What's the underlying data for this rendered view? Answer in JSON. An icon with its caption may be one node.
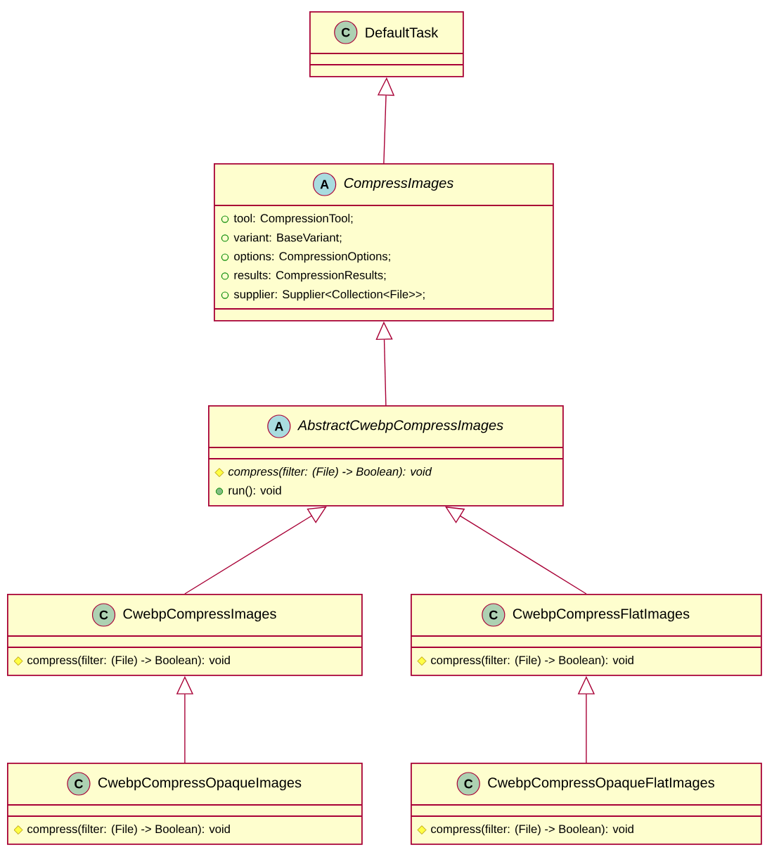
{
  "diagram": {
    "nodes": [
      {
        "text": [
          "DefaultTask"
        ]
      },
      {
        "text": [
          "C"
        ],
        "in": 0
      },
      {
        "text": [
          "CompressImages",
          "tool: CompressionTool;",
          "variant: BaseVariant;",
          "options: CompressionOptions;",
          "results: CompressionResults;",
          "supplier: Supplier<Collection<File>>;"
        ]
      },
      {
        "text": [
          "A"
        ],
        "in": 2
      },
      {
        "text": [
          "AbstractCwebpCompressImages",
          "compress(filter: (File) -> Boolean): void",
          "run(): void"
        ]
      },
      {
        "text": [
          "A"
        ],
        "in": 4
      },
      {
        "text": [
          "CwebpCompressImages",
          "compress(filter: (File) -> Boolean): void"
        ]
      },
      {
        "text": [
          "C"
        ],
        "in": 6
      },
      {
        "text": [
          "CwebpCompressFlatImages",
          "compress(filter: (File) -> Boolean): void"
        ]
      },
      {
        "text": [
          "C"
        ],
        "in": 8
      },
      {
        "text": [
          "CwebpCompressOpaqueImages",
          "compress(filter: (File) -> Boolean): void"
        ]
      },
      {
        "text": [
          "C"
        ],
        "in": 10
      },
      {
        "text": [
          "CwebpCompressOpaqueFlatImages",
          "compress(filter: (File) -> Boolean): void"
        ]
      },
      {
        "text": [
          "C"
        ],
        "in": 12
      }
    ],
    "edges": [
      {
        "from": 2,
        "to": 0,
        "arrow": "to"
      },
      {
        "from": 4,
        "to": 2,
        "arrow": "to"
      },
      {
        "from": 6,
        "to": 4,
        "arrow": "to"
      },
      {
        "from": 8,
        "to": 4,
        "arrow": "to"
      },
      {
        "from": 10,
        "to": 6,
        "arrow": "to"
      },
      {
        "from": 12,
        "to": 8,
        "arrow": "to"
      }
    ]
  }
}
